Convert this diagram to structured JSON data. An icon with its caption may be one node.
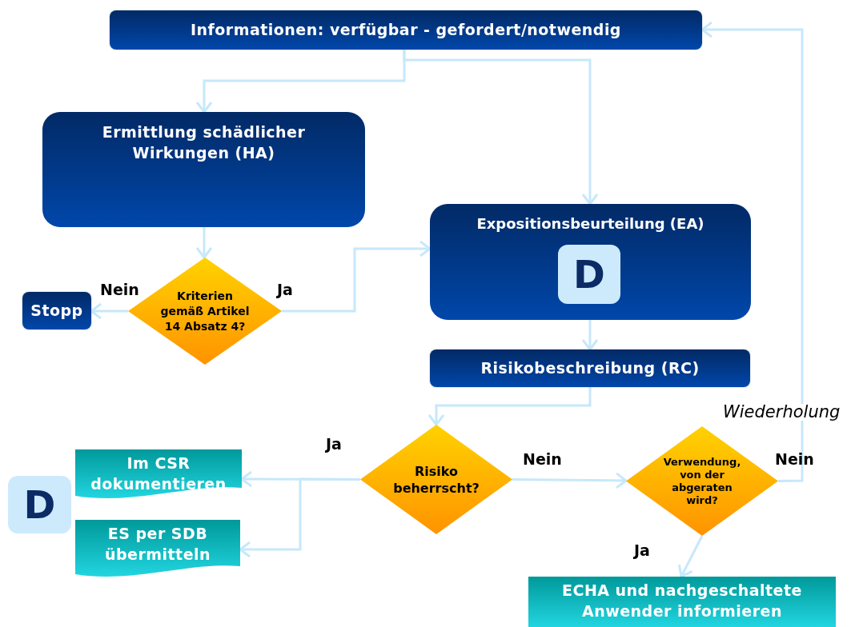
{
  "diagram": {
    "nodes": [
      {
        "text": [
          "Informationen: verfügbar  -  gefordert/notwendig"
        ]
      },
      {
        "text": [
          "Ermittlung schädlicher Wirkungen (HA)"
        ]
      },
      {
        "text": [
          "Expositionsbeurteilung (EA)"
        ]
      },
      {
        "text": [
          "D"
        ],
        "in": 2
      },
      {
        "text": [
          "Kriterien gemäß Artikel 14 Absatz 4?"
        ]
      },
      {
        "text": [
          "Stopp"
        ]
      },
      {
        "text": [
          "Risikobeschreibung (RC)"
        ]
      },
      {
        "text": [
          "Risiko beherrscht?"
        ]
      },
      {
        "text": [
          "Verwendung, von der abgeraten wird?"
        ]
      },
      {
        "text": [
          "Im CSR dokumentieren"
        ]
      },
      {
        "text": [
          "ES per SDB übermitteln"
        ]
      },
      {
        "text": [
          "D"
        ]
      },
      {
        "text": [
          "ECHA und nachgeschaltete Anwender informieren"
        ]
      }
    ],
    "edges": [
      {
        "from": 0,
        "to": 1,
        "arrow": "to"
      },
      {
        "from": 0,
        "to": 2,
        "arrow": "to"
      },
      {
        "from": 1,
        "to": 4,
        "arrow": "to"
      },
      {
        "from": 4,
        "to": 5,
        "arrow": "to",
        "label": "Nein"
      },
      {
        "from": 4,
        "to": 2,
        "arrow": "to",
        "label": "Ja"
      },
      {
        "from": 2,
        "to": 6,
        "arrow": "to"
      },
      {
        "from": 6,
        "to": 7,
        "arrow": "to"
      },
      {
        "from": 7,
        "to": 9,
        "arrow": "to",
        "label": "Ja"
      },
      {
        "from": 7,
        "to": 10,
        "arrow": "to"
      },
      {
        "from": 7,
        "to": 8,
        "arrow": "to",
        "label": "Nein"
      },
      {
        "from": 8,
        "to": 0,
        "arrow": "to",
        "label": "Nein"
      },
      {
        "from": 8,
        "to": 12,
        "arrow": "to",
        "label": "Ja"
      }
    ],
    "labels": [
      "Wiederholung"
    ]
  }
}
